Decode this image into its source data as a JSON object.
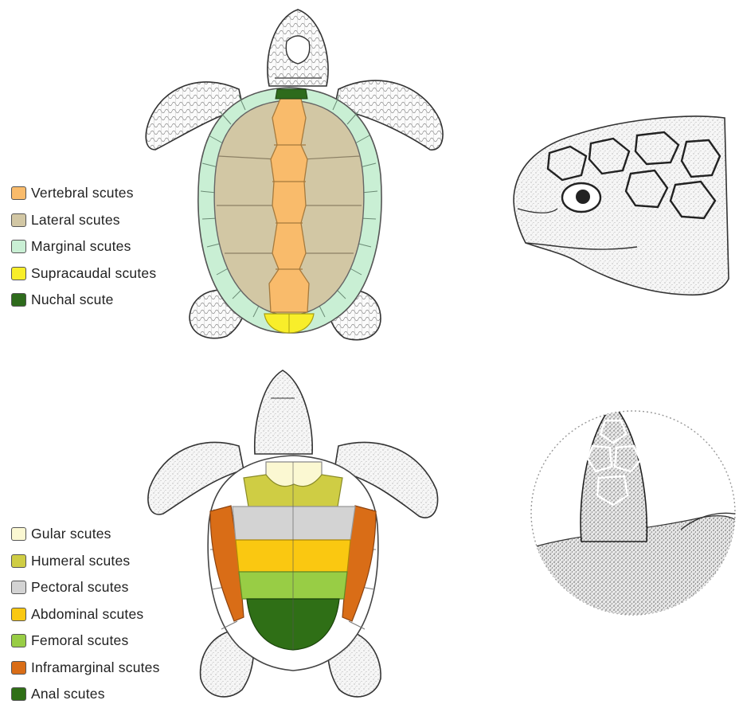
{
  "carapace_legend": {
    "items": [
      {
        "label": "Vertebral scutes",
        "color": "#f9bb6b"
      },
      {
        "label": "Lateral scutes",
        "color": "#d2c7a4"
      },
      {
        "label": "Marginal scutes",
        "color": "#c9efd4"
      },
      {
        "label": "Supracaudal scutes",
        "color": "#f8ee2a"
      },
      {
        "label": "Nuchal scute",
        "color": "#2e6b1c"
      }
    ]
  },
  "plastron_legend": {
    "items": [
      {
        "label": "Gular scutes",
        "color": "#fbf8d2"
      },
      {
        "label": "Humeral scutes",
        "color": "#cfcd44"
      },
      {
        "label": "Pectoral scutes",
        "color": "#d3d3d3"
      },
      {
        "label": "Abdominal scutes",
        "color": "#fac811"
      },
      {
        "label": "Femoral scutes",
        "color": "#98cd45"
      },
      {
        "label": "Inframarginal scutes",
        "color": "#d96d17"
      },
      {
        "label": "Anal scutes",
        "color": "#2f6f16"
      }
    ]
  }
}
